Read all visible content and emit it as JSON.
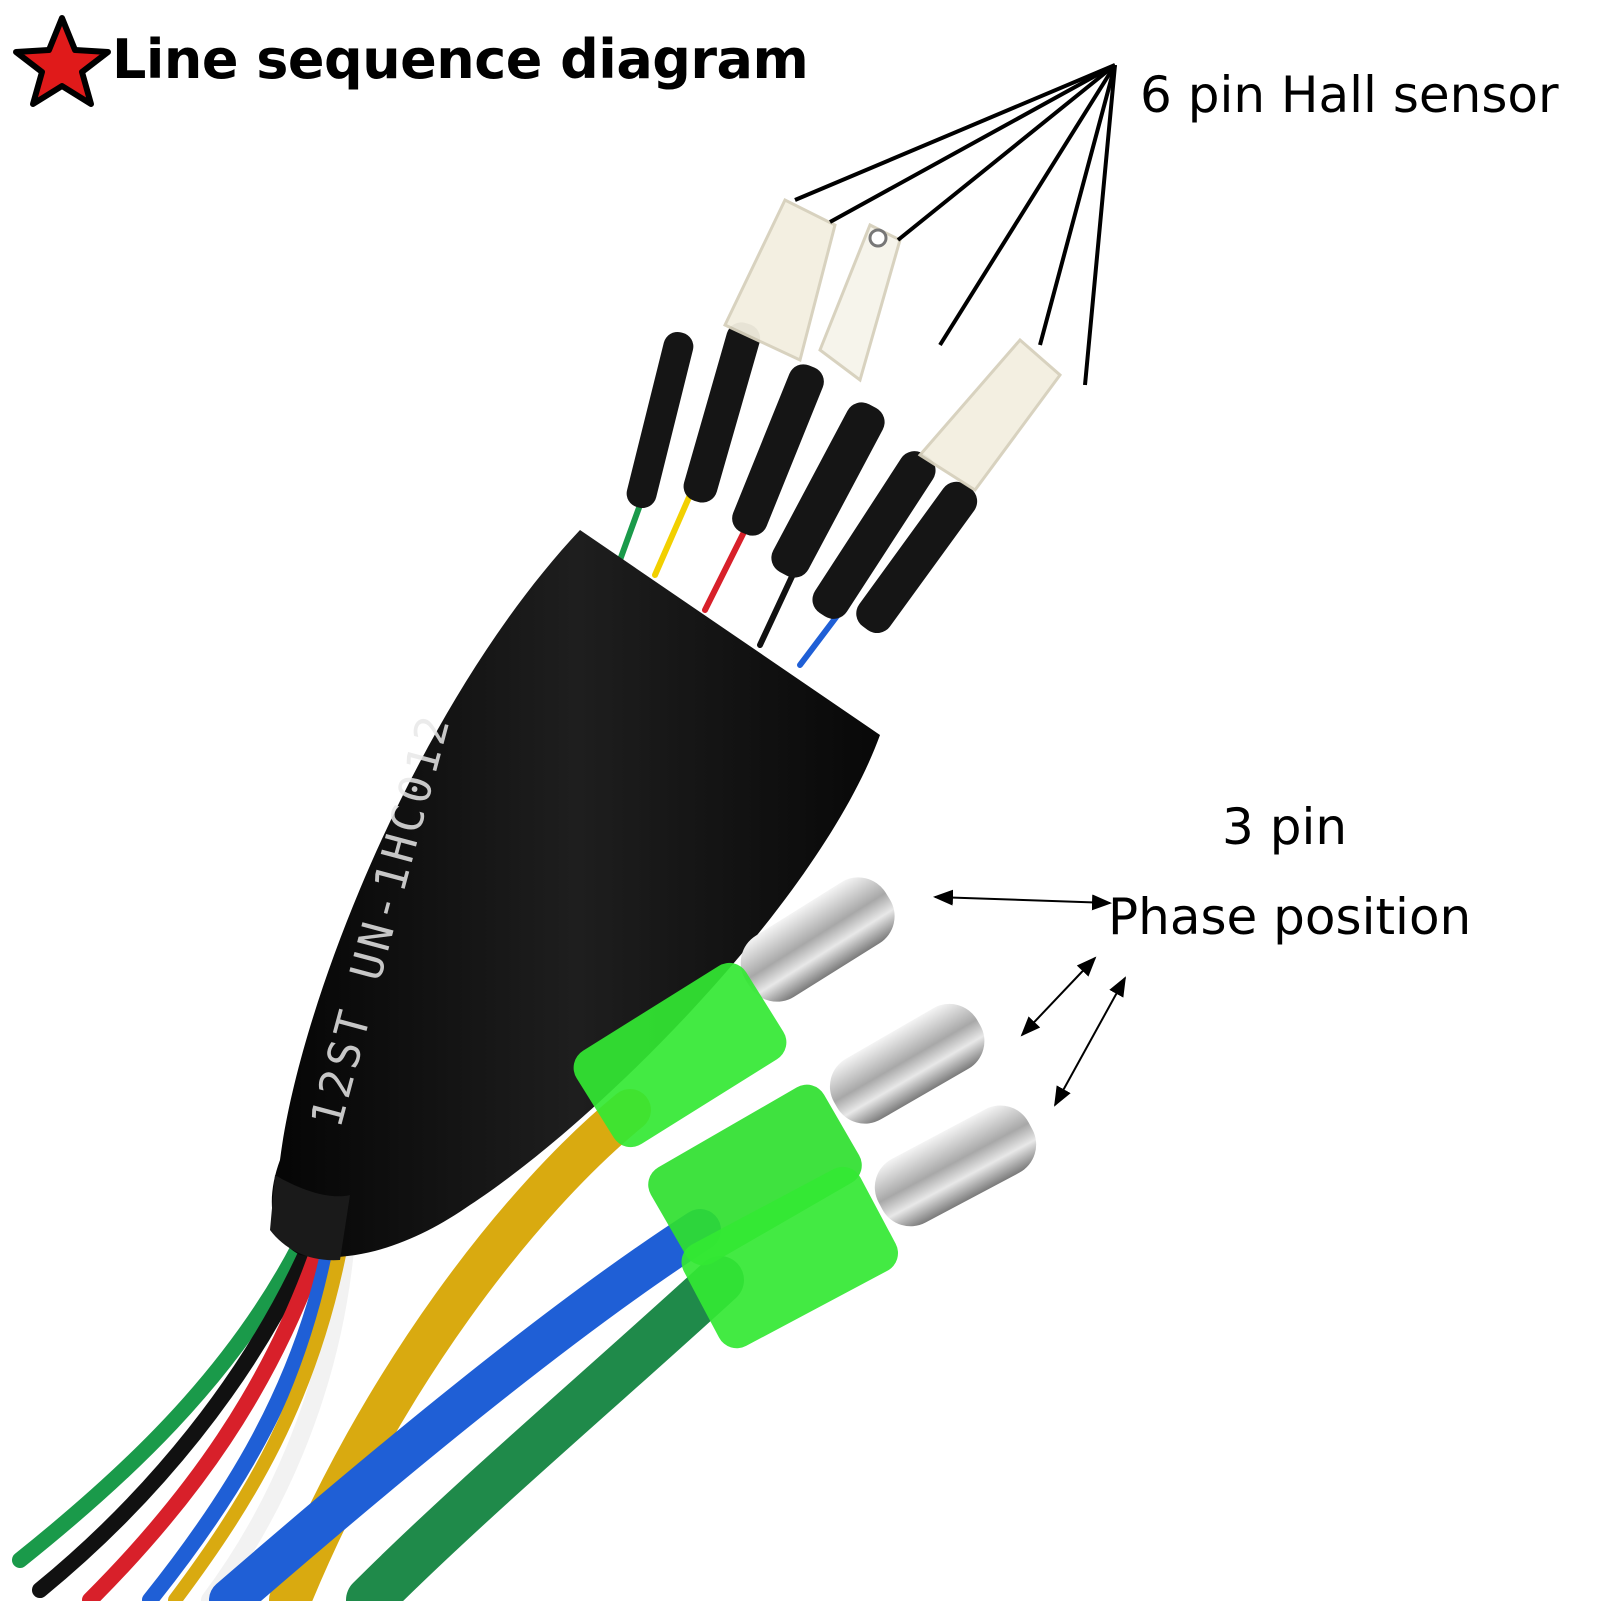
{
  "title": "Line sequence diagram",
  "hall_label": "6 pin Hall sensor",
  "phase_label_line1": "3 pin",
  "phase_label_line2": "Phase position",
  "sleeve_print": "12ST UN-1HC012",
  "colors": {
    "star": "#e01a1a",
    "sleeve": "#111111",
    "hall_wires": [
      "#1a9a4a",
      "#f2d000",
      "#d8202a",
      "#111111",
      "#1f5fd6"
    ],
    "phase_wires": [
      "#d9aa10",
      "#1f5fd6",
      "#1f8a4a"
    ],
    "connector_housing": "#33e833",
    "metal": "#c8c8c8"
  },
  "icons": {
    "title_marker": "star-icon"
  }
}
